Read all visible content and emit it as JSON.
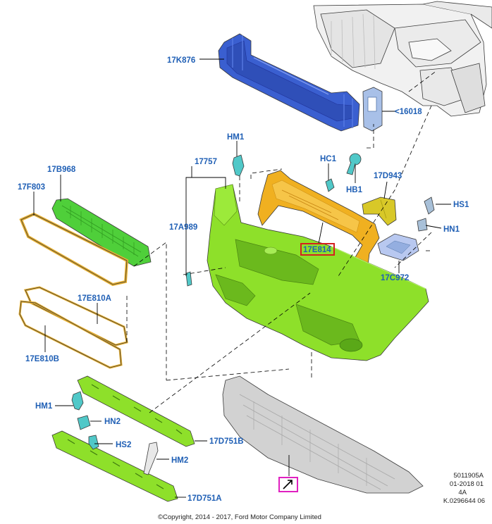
{
  "diagram": {
    "labels": {
      "l17K876": "17K876",
      "l16018": "<16018",
      "lHM1_top": "HM1",
      "lHC1": "HC1",
      "lHB1": "HB1",
      "l17D943": "17D943",
      "l17757": "17757",
      "l17B968": "17B968",
      "l17F803": "17F803",
      "lHS1": "HS1",
      "lHN1": "HN1",
      "l17A989": "17A989",
      "l17E814": "17E814",
      "l17C972": "17C972",
      "l17E810A": "17E810A",
      "l17E810B": "17E810B",
      "lHM1_bottom": "HM1",
      "lHN2": "HN2",
      "lHS2": "HS2",
      "l17D751B": "17D751B",
      "lHM2": "HM2",
      "l17D751A": "17D751A"
    },
    "highlighted_part": "17E814",
    "highlight_color": "#d42020",
    "view_marker_color": "#e020c0",
    "part_colors": {
      "reinforcement": "#3a5fd0",
      "bumper_cover": "#8ee02a",
      "grille": "#4fcf3a",
      "bracket": "#f0b020",
      "frame": "#e8b030",
      "fastener": "#50c8c8",
      "undershield": "#d2d2d2"
    },
    "reference": {
      "line1": "5011905A",
      "line2": "01-2018 01",
      "line3": "4A",
      "line4": "K.0296644 06"
    },
    "copyright": "©Copyright, 2014 - 2017, Ford Motor Company Limited"
  }
}
